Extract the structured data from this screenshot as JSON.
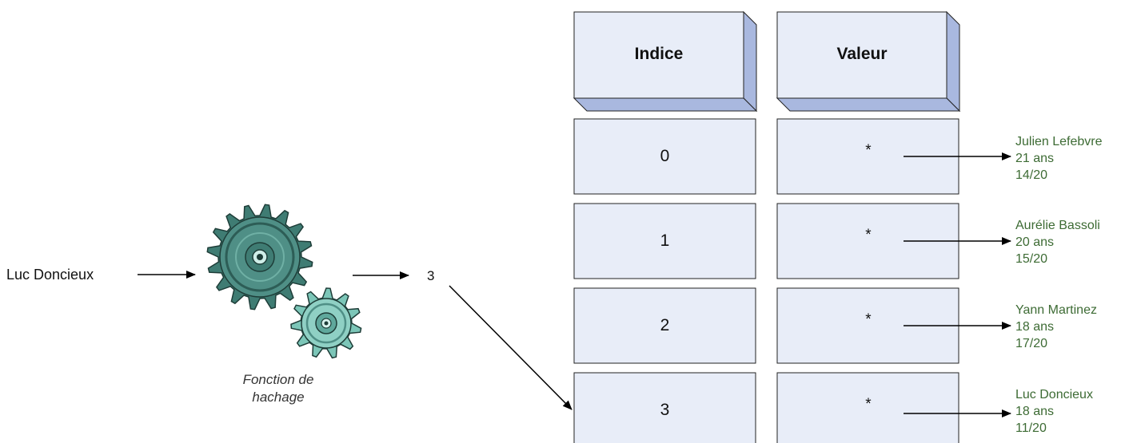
{
  "input": {
    "key": "Luc Doncieux"
  },
  "hash_function": {
    "label_line1": "Fonction de",
    "label_line2": "hachage",
    "output": "3"
  },
  "table": {
    "headers": {
      "index": "Indice",
      "value": "Valeur"
    },
    "rows": [
      {
        "index": "0",
        "value": "*",
        "record": [
          "Julien Lefebvre",
          "21 ans",
          "14/20"
        ]
      },
      {
        "index": "1",
        "value": "*",
        "record": [
          "Aurélie Bassoli",
          "20 ans",
          "15/20"
        ]
      },
      {
        "index": "2",
        "value": "*",
        "record": [
          "Yann Martinez",
          "18 ans",
          "17/20"
        ]
      },
      {
        "index": "3",
        "value": "*",
        "record": [
          "Luc Doncieux",
          "18 ans",
          "11/20"
        ]
      }
    ]
  },
  "colors": {
    "box_fill": "#e8edf8",
    "box_depth": "#a9b8df",
    "gear_dark": "#3f7c73",
    "gear_light": "#8fd0c4",
    "record_text": "#3d6b34"
  },
  "icons": {
    "hash_function": "gears-icon"
  }
}
